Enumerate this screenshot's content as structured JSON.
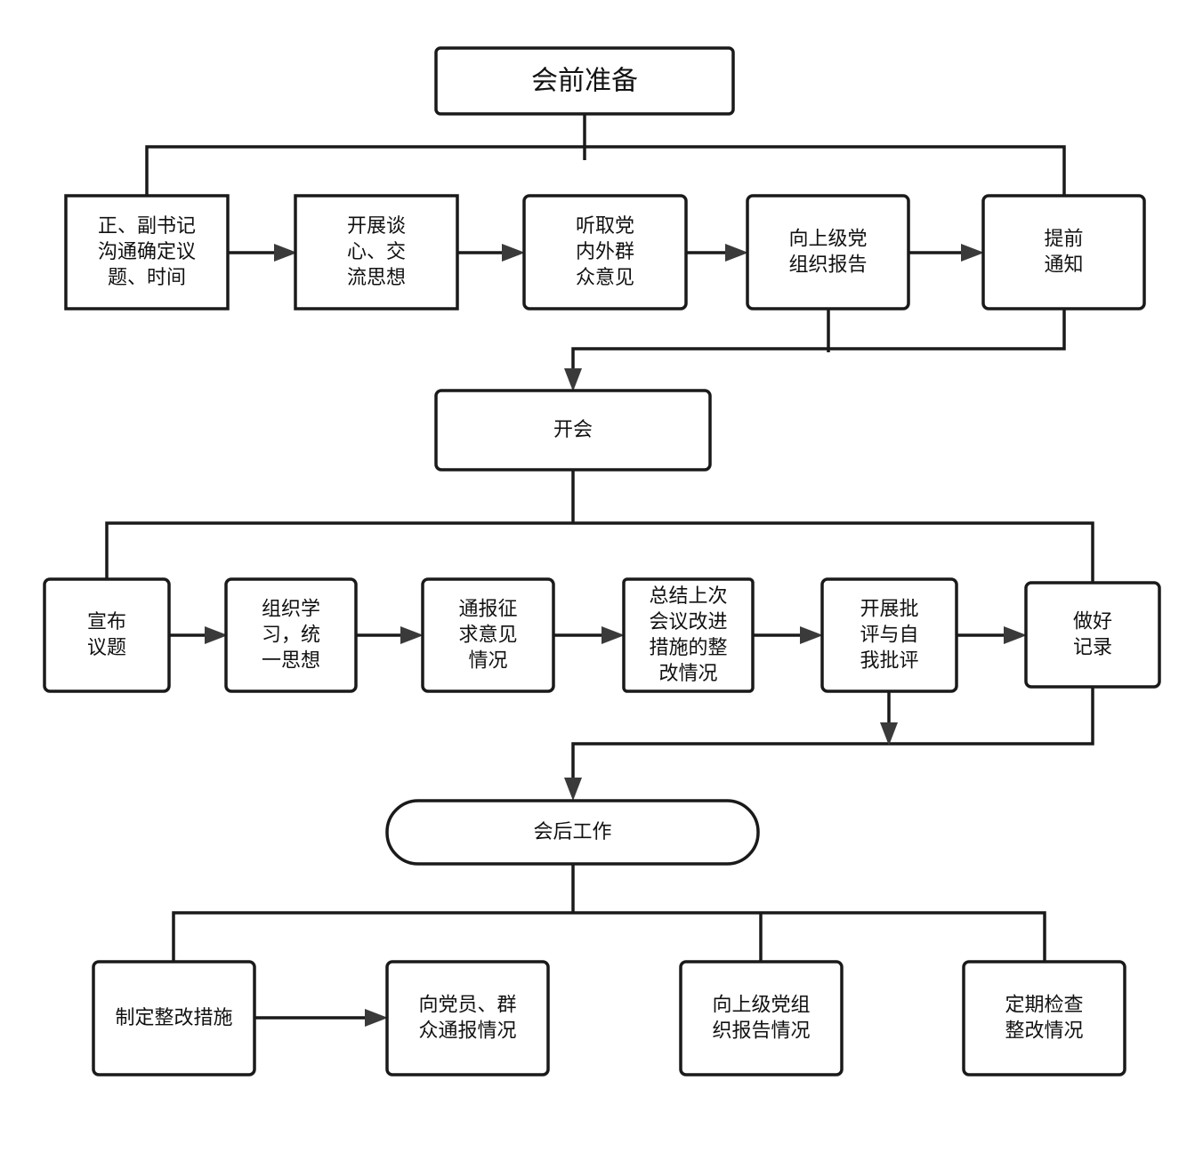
{
  "nodes": {
    "prep": {
      "lines": [
        "会前准备"
      ]
    },
    "discuss_topics": {
      "lines": [
        "正、副书记",
        "沟通确定议",
        "题、时间"
      ]
    },
    "heart_talk": {
      "lines": [
        "开展谈",
        "心、交",
        "流思想"
      ]
    },
    "listen_opinions": {
      "lines": [
        "听取党",
        "内外群",
        "众意见"
      ]
    },
    "report_superior": {
      "lines": [
        "向上级党",
        "组织报告"
      ]
    },
    "advance_notice": {
      "lines": [
        "提前",
        "通知"
      ]
    },
    "meeting": {
      "lines": [
        "开会"
      ]
    },
    "announce_topics": {
      "lines": [
        "宣布",
        "议题"
      ]
    },
    "study": {
      "lines": [
        "组织学",
        "习，统",
        "一思想"
      ]
    },
    "report_opinions": {
      "lines": [
        "通报征",
        "求意见",
        "情况"
      ]
    },
    "summarize_last": {
      "lines": [
        "总结上次",
        "会议改进",
        "措施的整",
        "改情况"
      ]
    },
    "criticism": {
      "lines": [
        "开展批",
        "评与自",
        "我批评"
      ]
    },
    "record": {
      "lines": [
        "做好",
        "记录"
      ]
    },
    "post_work": {
      "lines": [
        "会后工作"
      ]
    },
    "rectify_measures": {
      "lines": [
        "制定整改措施"
      ]
    },
    "notify_members": {
      "lines": [
        "向党员、群",
        "众通报情况"
      ]
    },
    "report_superior_post": {
      "lines": [
        "向上级党组",
        "织报告情况"
      ]
    },
    "regular_check": {
      "lines": [
        "定期检查",
        "整改情况"
      ]
    }
  }
}
